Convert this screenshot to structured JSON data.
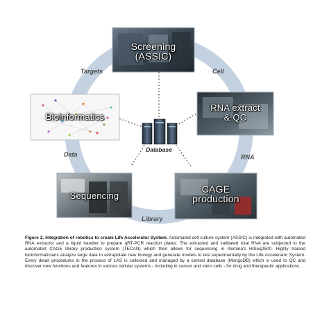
{
  "nodes": {
    "screening": "Screening\n(ASSIC)",
    "rna_extract": "RNA extract\n& QC",
    "cage": "CAGE\nproduction",
    "sequencing": "Sequencing",
    "bioinformatics": "Bioinformatics",
    "database": "Database"
  },
  "edges": {
    "cell": "Cell",
    "rna": "RNA",
    "library": "Library",
    "data": "Data",
    "targets": "Targets"
  },
  "caption": {
    "title": "Figure 2. Integration of robotics to create Life Accelerator System.",
    "body": " Automated cell culture system (ASSIC) is integrated with automated RNA extractor and a liquid handler to prepare qRT-PCR reaction plates. The extracted and validated total RNA are subjected to the automated CAGE library production system (TECAN) which then allows for sequencing in Illumina's HiSeq2500. Highly trained bioinformaticians analyze large data to extrapolate new biology and generate models to test experimentally by the Life Accelerator System. Every detail procedures in the process of LAS is collected and managed by a central database (MongoDB) which is used to QC and discover new functions and features in various cellular systems - including in cancer and stem cells - for drug and therapeutic applications."
  },
  "colors": {
    "ring": "#c3d1e0",
    "photo_dark": "#2b3540",
    "photo_border": "#9aa6b2"
  }
}
